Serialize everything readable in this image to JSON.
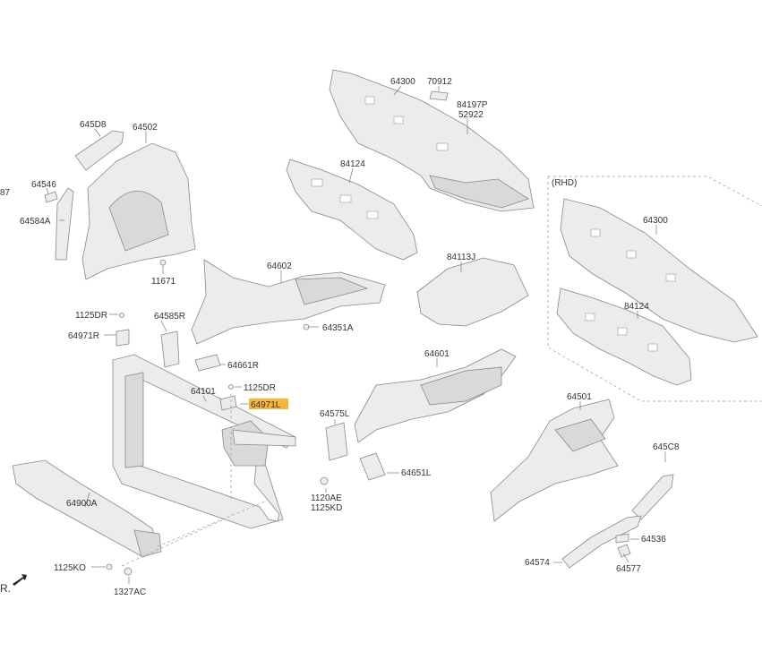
{
  "labels": {
    "l64300a": "64300",
    "l70912": "70912",
    "l84197p": "84197P",
    "l52922": "52922",
    "l645d8": "645D8",
    "l64502": "64502",
    "l84124a": "84124",
    "l64546": "64546",
    "l87": "87",
    "l64584a": "64584A",
    "l11671": "11671",
    "l64602": "64602",
    "l84113j": "84113J",
    "lrhd": "(RHD)",
    "l64300b": "64300",
    "l84124b": "84124",
    "l1125dr_a": "1125DR",
    "l64585r": "64585R",
    "l64971r": "64971R",
    "l64351a": "64351A",
    "l64661r": "64661R",
    "l64101": "64101",
    "l1125dr_b": "1125DR",
    "l64971l": "64971L",
    "l64601": "64601",
    "l64575l": "64575L",
    "l64501": "64501",
    "l64651l": "64651L",
    "l645c8": "645C8",
    "l64900a": "64900A",
    "l1120ae": "1120AE",
    "l1125kd": "1125KD",
    "l64536": "64536",
    "l64574": "64574",
    "l64577": "64577",
    "l1125ko": "1125KO",
    "l1327ac": "1327AC",
    "lfr": "R."
  },
  "highlight_color": "#f4b63a"
}
